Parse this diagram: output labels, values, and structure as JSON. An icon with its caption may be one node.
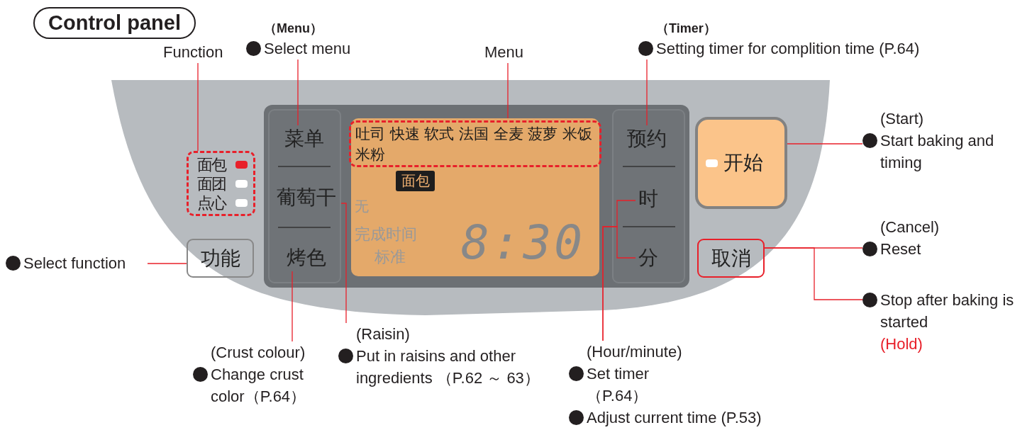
{
  "diagram": {
    "title": "Control panel",
    "nodes": [
      {
        "text": [
          "Function"
        ]
      },
      {
        "text": [
          "（Menu）",
          "Select menu"
        ]
      },
      {
        "text": [
          "Menu"
        ]
      },
      {
        "text": [
          "（Timer）",
          "Setting timer for complition time (P.64)"
        ]
      },
      {
        "text": [
          "(Start)",
          "Start baking and timing"
        ]
      },
      {
        "text": [
          "面包",
          "面团",
          "点心"
        ]
      },
      {
        "text": [
          "菜单"
        ]
      },
      {
        "text": [
          "无",
          "完成时间",
          "标准",
          "8:30"
        ]
      },
      {
        "text": [
          "吐司 快速 软式 法国 全麦 菠萝 米饭米粉"
        ],
        "in": 7
      },
      {
        "text": [
          "面包"
        ],
        "in": 7
      },
      {
        "text": [
          "预约"
        ]
      },
      {
        "text": [
          "开始"
        ]
      },
      {
        "text": [
          "葡萄干"
        ]
      },
      {
        "text": [
          "时"
        ]
      },
      {
        "text": [
          "Select function"
        ]
      },
      {
        "text": [
          "功能"
        ]
      },
      {
        "text": [
          "烤色"
        ]
      },
      {
        "text": [
          "分"
        ]
      },
      {
        "text": [
          "取消"
        ]
      },
      {
        "text": [
          "(Cancel)",
          "Reset"
        ]
      },
      {
        "text": [
          "Stop after baking is started",
          "(Hold)"
        ]
      },
      {
        "text": [
          "(Crust colour)",
          "Change crust color（P.64）"
        ]
      },
      {
        "text": [
          "(Raisin)",
          "Put in raisins and other ingredients （P.62 ～ 63）"
        ]
      },
      {
        "text": [
          "(Hour/minute)",
          "Set timer （P.64）",
          "Adjust current time (P.53)"
        ]
      }
    ],
    "edges": [
      {
        "from": 0,
        "to": 5,
        "arrow": "none"
      },
      {
        "from": 1,
        "to": 6,
        "arrow": "none"
      },
      {
        "from": 2,
        "to": 8,
        "arrow": "none"
      },
      {
        "from": 3,
        "to": 10,
        "arrow": "none"
      },
      {
        "from": 4,
        "to": 11,
        "arrow": "none"
      },
      {
        "from": 14,
        "to": 15,
        "arrow": "none"
      },
      {
        "from": 19,
        "to": 18,
        "arrow": "none"
      },
      {
        "from": 20,
        "to": 18,
        "arrow": "none"
      },
      {
        "from": 21,
        "to": 16,
        "arrow": "none"
      },
      {
        "from": 22,
        "to": 12,
        "arrow": "none"
      },
      {
        "from": 23,
        "to": 13,
        "arrow": "none"
      },
      {
        "from": 23,
        "to": 17,
        "arrow": "none"
      }
    ]
  }
}
